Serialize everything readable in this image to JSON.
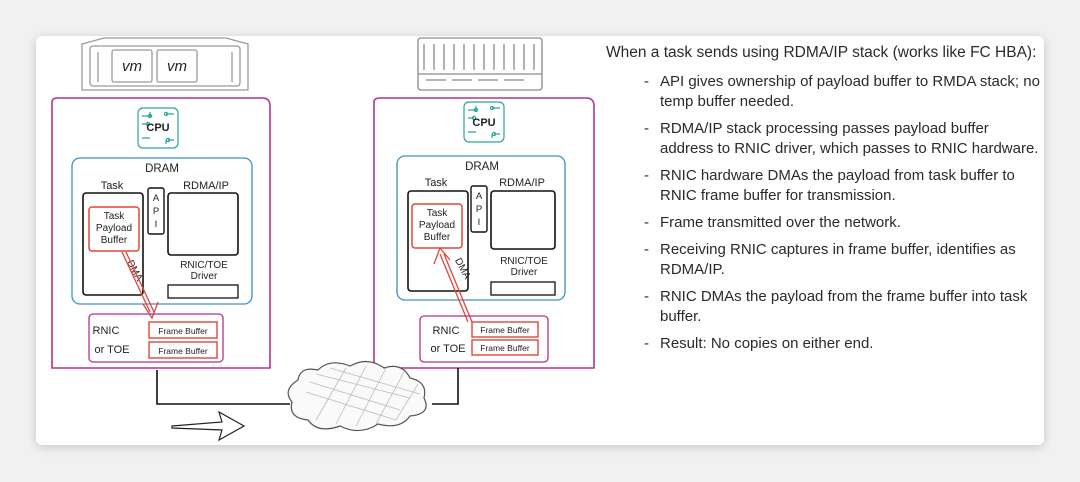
{
  "diagram": {
    "left_host": {
      "vm_labels": [
        "vm",
        "vm"
      ],
      "cpu_label": "CPU",
      "dram_label": "DRAM",
      "task_label": "Task",
      "buffer_label_lines": [
        "Task",
        "Payload",
        "Buffer"
      ],
      "api_letters": [
        "A",
        "P",
        "I"
      ],
      "rdma_label": "RDMA/IP",
      "dma_label": "DMA",
      "driver_label_lines": [
        "RNIC/TOE",
        "Driver"
      ],
      "rnic_label_lines": [
        "RNIC",
        "or TOE"
      ],
      "frame_buffers": [
        "Frame Buffer",
        "Frame Buffer"
      ]
    },
    "right_host": {
      "cpu_label": "CPU",
      "dram_label": "DRAM",
      "task_label": "Task",
      "buffer_label_lines": [
        "Task",
        "Payload",
        "Buffer"
      ],
      "api_letters": [
        "A",
        "P",
        "I"
      ],
      "rdma_label": "RDMA/IP",
      "dma_label": "DMA",
      "driver_label_lines": [
        "RNIC/TOE",
        "Driver"
      ],
      "rnic_label_lines": [
        "RNIC",
        "or TOE"
      ],
      "frame_buffers": [
        "Frame Buffer",
        "Frame Buffer"
      ]
    },
    "colors": {
      "host_border": "#b5338a",
      "dram_border": "#3d8fc4",
      "cpu_accent": "#2aa39a",
      "buffer_red": "#e0463a",
      "line_dark": "#111111"
    }
  },
  "notes": {
    "intro": "When a task sends using RDMA/IP stack (works like FC HBA):",
    "items": [
      "API gives ownership of payload  buffer to RMDA stack; no temp buffer needed.",
      "RDMA/IP stack processing passes payload buffer address to RNIC driver, which passes to RNIC hardware.",
      "RNIC hardware DMAs the payload  from task buffer to RNIC frame buffer for transmission.",
      "Frame transmitted over the network.",
      "Receiving RNIC captures in frame buffer, identifies as RDMA/IP.",
      "RNIC DMAs the payload from the frame buffer into task buffer.",
      "Result: No copies on either end."
    ]
  }
}
